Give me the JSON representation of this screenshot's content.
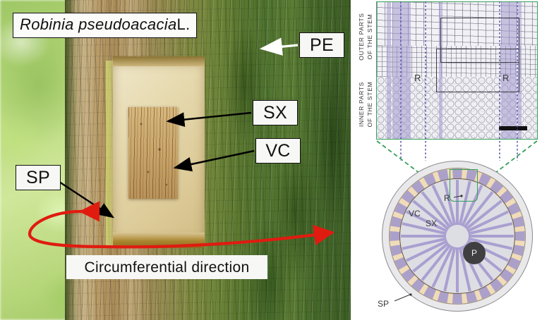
{
  "figure": {
    "species_title_italic": "Robinia pseudoacacia",
    "species_title_authority": " L.",
    "direction_label": "Circumferential direction"
  },
  "photo_labels": {
    "pe": "PE",
    "sx": "SX",
    "vc": "VC",
    "sp": "SP"
  },
  "micrograph": {
    "outer_label_line1": "OUTER PARTS",
    "outer_label_line2": "OF THE STEM",
    "inner_label_line1": "INNER PARTS",
    "inner_label_line2": "OF THE STEM",
    "ray_label_left": "R",
    "ray_label_right": "R",
    "border_color": "#35a05a",
    "ray_color": "#a096cd",
    "scalebar_color": "#111111"
  },
  "stem_diagram": {
    "pith_label": "P",
    "vc_label": "VC",
    "sx_label": "SX",
    "ray_label": "R",
    "sp_label": "SP",
    "periderm_color": "#e9e8ea",
    "vascular_cambium_color": "#f0dcb8",
    "secondary_xylem_color": "#dddde4",
    "ray_color": "#a096cd",
    "pith_color": "#3f3f41",
    "highlight_rect_color": "#35a05a"
  },
  "colors": {
    "arrow_red": "#e01b10",
    "arrow_black": "#000000",
    "arrow_white": "#ffffff",
    "dotted_line": "#5b5bb0"
  }
}
